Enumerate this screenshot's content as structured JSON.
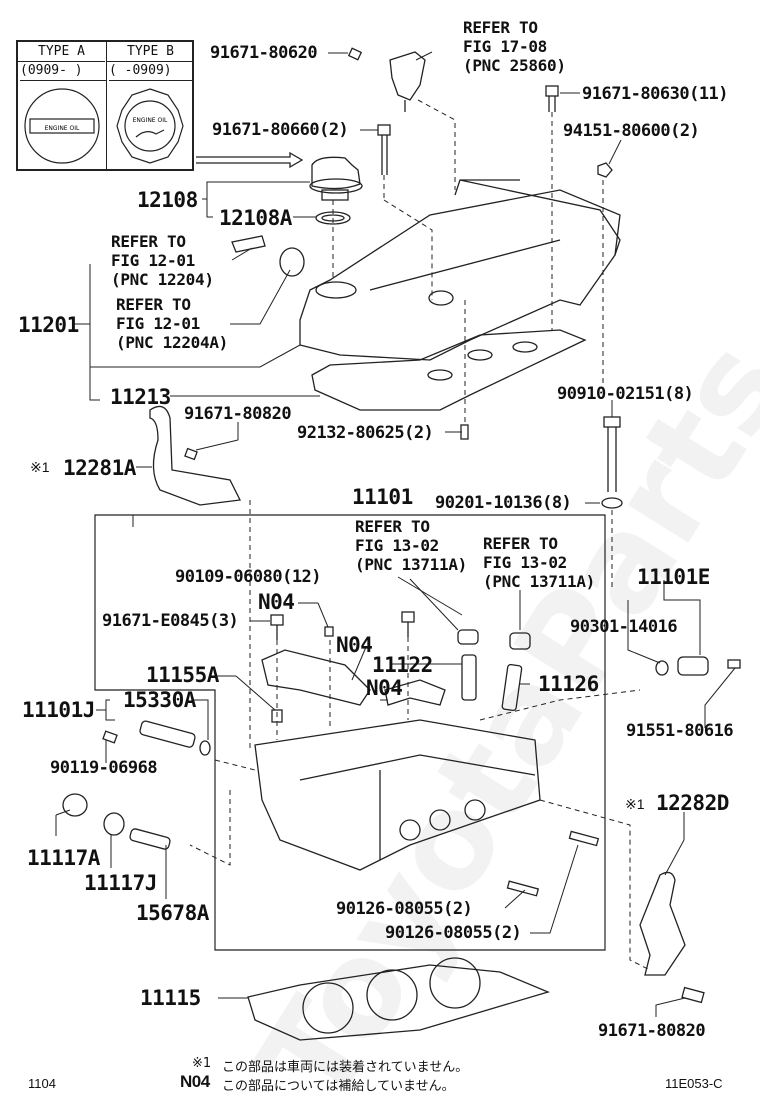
{
  "watermark": "ToyotaParts.ru",
  "type_table": {
    "type_a": {
      "header": "TYPE A",
      "date_range": "(0909-      )",
      "cap_text": "ENGINE OIL"
    },
    "type_b": {
      "header": "TYPE B",
      "date_range": "(      -0909)",
      "cap_text": "ENGINE OIL"
    }
  },
  "references": {
    "fig_17_08": "REFER TO\nFIG 17-08\n(PNC 25860)",
    "fig_12_01_a": "REFER TO\nFIG 12-01\n(PNC 12204)",
    "fig_12_01_b": "REFER TO\nFIG 12-01\n(PNC 12204A)",
    "fig_13_02_a": "REFER TO\nFIG 13-02\n(PNC 13711A)",
    "fig_13_02_b": "REFER TO\nFIG 13-02\n(PNC 13711A)"
  },
  "parts": {
    "p91671_80620": "91671-80620",
    "p91671_80630": "91671-80630(11)",
    "p91671_80660": "91671-80660(2)",
    "p94151_80600": "94151-80600(2)",
    "p12108": "12108",
    "p12108A": "12108A",
    "p11201": "11201",
    "p11213": "11213",
    "p90910_02151": "90910-02151(8)",
    "p91671_80820_top": "91671-80820",
    "p92132_80625": "92132-80625(2)",
    "p12281A": "12281A",
    "p11101": "11101",
    "p90201_10136": "90201-10136(8)",
    "p90109_06080": "90109-06080(12)",
    "p11101E": "11101E",
    "pN04_a": "N04",
    "pN04_b": "N04",
    "pN04_c": "N04",
    "p91671_E0845": "91671-E0845(3)",
    "p90301_14016": "90301-14016",
    "p11122": "11122",
    "p11126": "11126",
    "p11155A": "11155A",
    "p11101J": "11101J",
    "p15330A": "15330A",
    "p91551_80616": "91551-80616",
    "p90119_06968": "90119-06968",
    "p12282D": "12282D",
    "p11117A": "11117A",
    "p11117J": "11117J",
    "p15678A": "15678A",
    "p90126_08055_a": "90126-08055(2)",
    "p90126_08055_b": "90126-08055(2)",
    "p11115": "11115",
    "p91671_80820_bottom": "91671-80820"
  },
  "markers": {
    "note1_mark_a": "※1",
    "note1_mark_b": "※1"
  },
  "footer": {
    "note1_mark": "※1",
    "note1_text": "この部品は車両には装着されていません。",
    "n04_mark": "N04",
    "n04_text": "この部品については補給していません。",
    "page_code": "1104",
    "figure_id": "11E053-C"
  }
}
